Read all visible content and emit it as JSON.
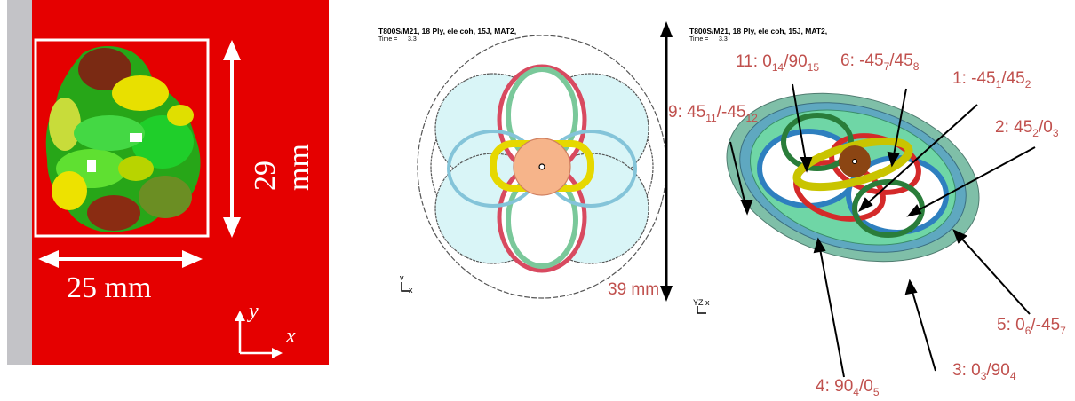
{
  "left": {
    "height_label": "29 mm",
    "width_label": "25 mm",
    "axis_y": "y",
    "axis_x": "x"
  },
  "middle": {
    "header_line1": "T800S/M21, 18 Ply, ele coh, 15J, MAT2,",
    "header_time": "Time =",
    "header_time_value": "3.3",
    "dim_label": "39 mm",
    "triad_v": "v",
    "triad_x": "x"
  },
  "right": {
    "header_line1": "T800S/M21, 18 Ply, ele coh, 15J, MAT2,",
    "header_time": "Time =",
    "header_time_value": "3.3",
    "triad": "YZ x",
    "labels": [
      {
        "id": "l11",
        "num": "11: 0",
        "s1": "14",
        "mid": "/90",
        "s2": "15"
      },
      {
        "id": "l6",
        "num": "6: -45",
        "s1": "7",
        "mid": "/45",
        "s2": "8"
      },
      {
        "id": "l1",
        "num": "1: -45",
        "s1": "1",
        "mid": "/45",
        "s2": "2"
      },
      {
        "id": "l9",
        "num": "9: 45",
        "s1": "11",
        "mid": "/-45",
        "s2": "12"
      },
      {
        "id": "l2",
        "num": "2: 45",
        "s1": "2",
        "mid": "/0",
        "s2": "3"
      },
      {
        "id": "l5",
        "num": "5: 0",
        "s1": "6",
        "mid": "/-45",
        "s2": "7"
      },
      {
        "id": "l3",
        "num": "3: 0",
        "s1": "3",
        "mid": "/90",
        "s2": "4"
      },
      {
        "id": "l4",
        "num": "4: 90",
        "s1": "4",
        "mid": "/0",
        "s2": "5"
      }
    ]
  },
  "colors": {
    "background_red": "#e50000",
    "label_red": "#c0504d",
    "strip_gray": "#c3c3c7"
  }
}
